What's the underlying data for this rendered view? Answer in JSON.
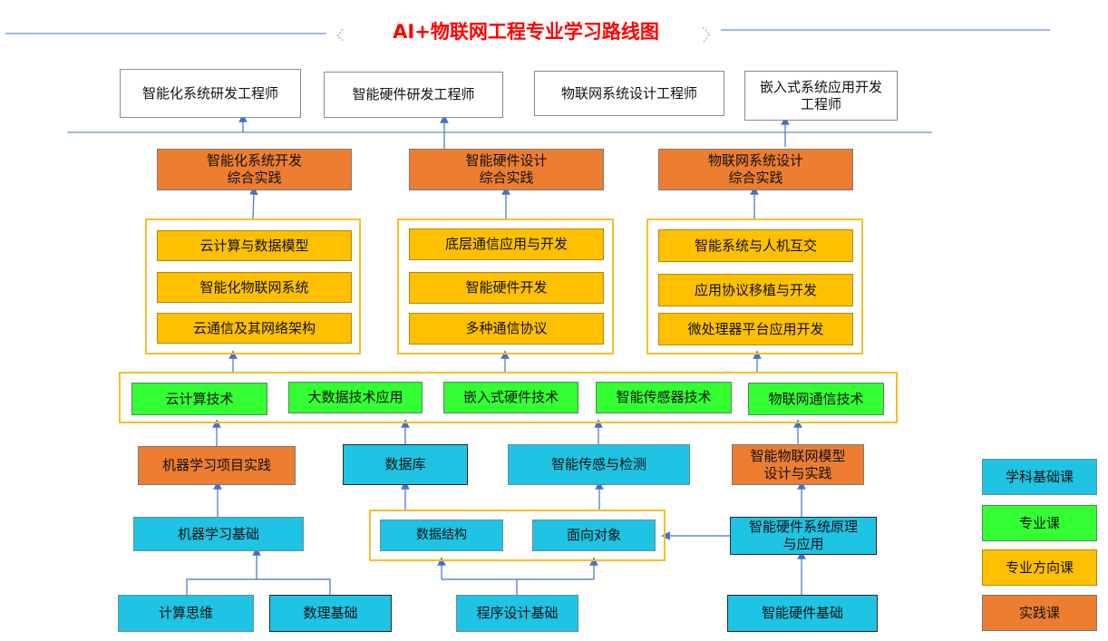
{
  "title": "AI+物联网工程专业学习路线图",
  "careers": [
    "智能化系统研发工程师",
    "智能硬件研发工程师",
    "物联网系统设计工程师",
    "嵌入式系统应用开发\n工程师"
  ],
  "practice_top": [
    "智能化系统开发\n综合实践",
    "智能硬件设计\n综合实践",
    "物联网系统设计\n综合实践"
  ],
  "direction_groups": [
    [
      "云计算与数据模型",
      "智能化物联网系统",
      "云通信及其网络架构"
    ],
    [
      "底层通信应用与开发",
      "智能硬件开发",
      "多种通信协议"
    ],
    [
      "智能系统与人机互交",
      "应用协议移植与开发",
      "微处理器平台应用开发"
    ]
  ],
  "major_courses": [
    "云计算技术",
    "大数据技术应用",
    "嵌入式硬件技术",
    "智能传感器技术",
    "物联网通信技术"
  ],
  "level2": {
    "ml_practice": "机器学习项目实践",
    "database": "数据库",
    "sensing": "智能传感与检测",
    "iot_model": "智能物联网模型\n设计与实践"
  },
  "level3": {
    "ml_basics": "机器学习基础",
    "data_structure": "数据结构",
    "oop": "面向对象",
    "hw_principles": "智能硬件系统原理\n与应用"
  },
  "basics": {
    "computational_thinking": "计算思维",
    "math_basics": "数理基础",
    "programming_basics": "程序设计基础",
    "hw_basics": "智能硬件基础"
  },
  "legend": [
    {
      "label": "学科基础课",
      "color": "#1FC3E3"
    },
    {
      "label": "专业课",
      "color": "#33FF33"
    },
    {
      "label": "专业方向课",
      "color": "#FFC000"
    },
    {
      "label": "实践课",
      "color": "#ED7D31"
    }
  ],
  "colors": {
    "title": "#FF0000",
    "rule": "#4472C4",
    "group_border": "#F5BF2A"
  }
}
